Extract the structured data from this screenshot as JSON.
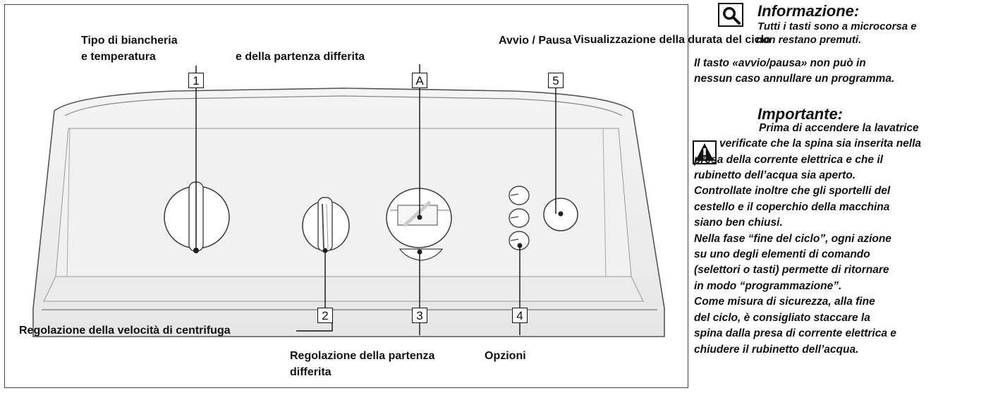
{
  "labels": {
    "tipo_line1": "Tipo di biancheria",
    "tipo_line2": "e temperatura",
    "avvio": "Avvio / Pausa",
    "visual_line1": "Visualizzazione della durata del ciclo",
    "visual_line2": "e della partenza differita",
    "centrifuga": "Regolazione della velocità di centrifuga",
    "partenza_line1": "Regolazione della partenza",
    "partenza_line2": "differita",
    "opzioni": "Opzioni"
  },
  "callouts": {
    "c1": "1",
    "cA": "A",
    "c5": "5",
    "c2": "2",
    "c3": "3",
    "c4": "4"
  },
  "info": {
    "icon": "magnifier-icon",
    "heading": "Informazione:",
    "line1": "Tutti i tasti sono a microcorsa e",
    "line2": "non restano premuti.",
    "line3": "Il tasto «avvio/pausa» non può in",
    "line4": "nessun caso annullare un programma."
  },
  "important": {
    "icon": "warning-triangle-icon",
    "heading": "Importante:",
    "line1": "Prima di accendere la lavatrice",
    "line2": "verificate che la spina sia inserita nella",
    "line3": "presa della corrente elettrica e che il",
    "line4": "rubinetto dell’acqua sia aperto.",
    "line5": "Controllate inoltre che gli sportelli del",
    "line6": "cestello e il coperchio della macchina",
    "line7": "siano ben chiusi.",
    "line8": "Nella fase “fine del ciclo”, ogni azione",
    "line9": "su uno degli elementi di comando",
    "line10": "(selettori o tasti) permette di ritornare",
    "line11": "in modo “programmazione”.",
    "line12": "Come misura di sicurezza, alla fine",
    "line13": "del ciclo, è consigliato staccare la",
    "line14": "spina dalla presa di corrente elettrica e",
    "line15": "chiudere il rubinetto dell’acqua."
  }
}
